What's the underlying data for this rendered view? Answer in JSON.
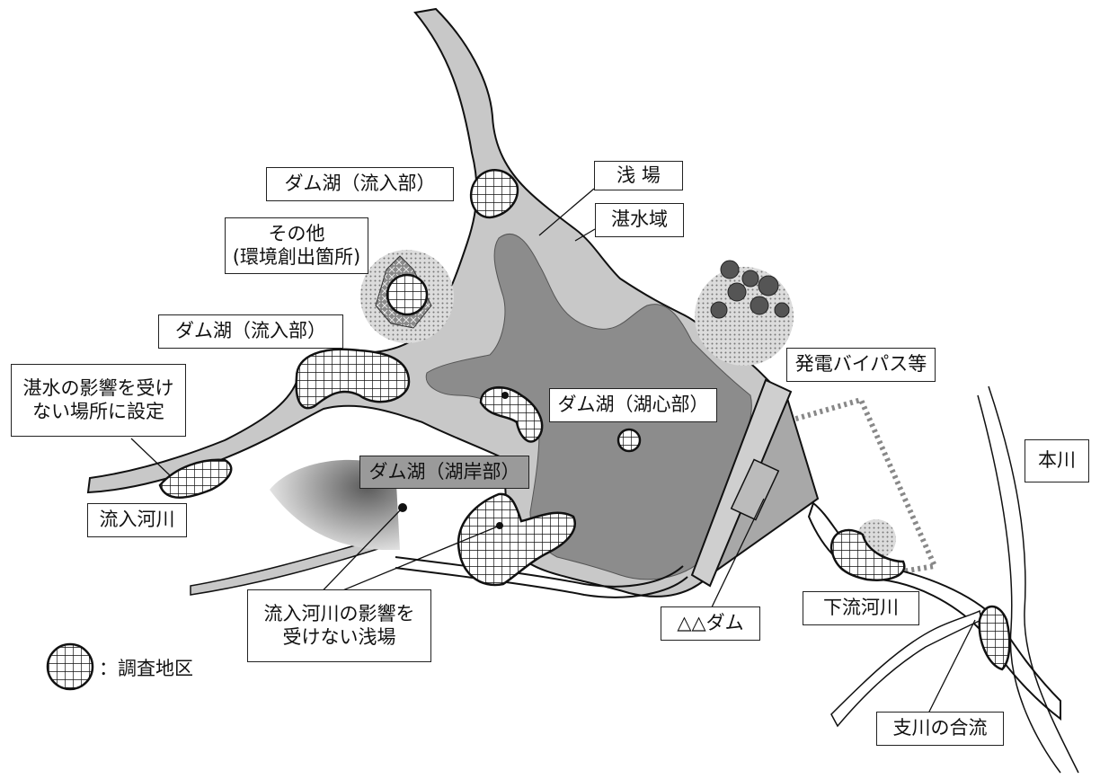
{
  "labels": {
    "dam_inflow_upper": "ダム湖（流入部）",
    "shallows": "浅 場",
    "inundation": "湛水域",
    "other_line1": "その他",
    "other_line2": "(環境創出箇所)",
    "dam_inflow_left": "ダム湖（流入部）",
    "not_affected_line1": "湛水の影響を受け",
    "not_affected_line2": "ない場所に設定",
    "power_bypass": "発電バイパス等",
    "dam_center": "ダム湖（湖心部）",
    "dam_shore": "ダム湖（湖岸部）",
    "inflow_river": "流入河川",
    "main_river": "本川",
    "shallows_not_affected_line1": "流入河川の影響を",
    "shallows_not_affected_line2": "受けない浅場",
    "dam": "△△ダム",
    "downstream_river": "下流河川",
    "tributary_confluence": "支川の合流"
  },
  "legend": {
    "text": "：調査地区",
    "icon": "hatched-survey-area-icon"
  },
  "colors": {
    "reservoir_dark": "#8c8c8c",
    "river_light": "#c8c8c8",
    "outline": "#111111",
    "label_gray": "#9a9a9a"
  }
}
